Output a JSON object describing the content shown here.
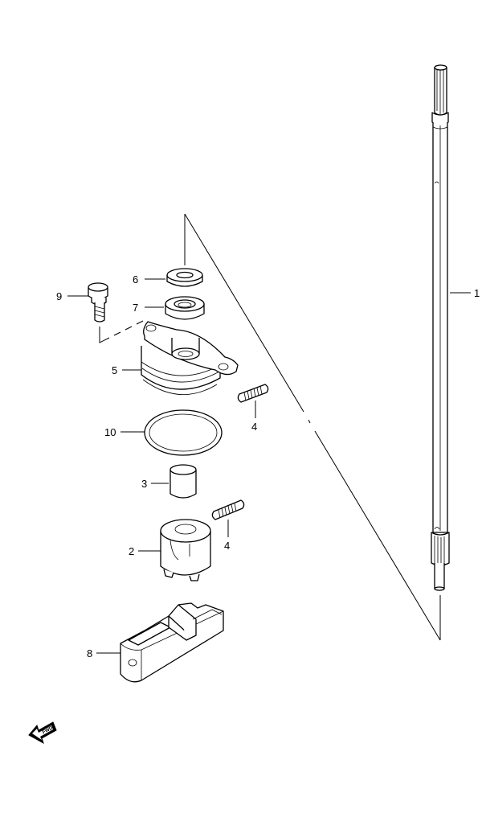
{
  "callouts": {
    "c1": "1",
    "c2": "2",
    "c3": "3",
    "c4a": "4",
    "c4b": "4",
    "c5": "5",
    "c6": "6",
    "c7": "7",
    "c8": "8",
    "c9": "9",
    "c10": "10"
  },
  "fwd_label": "FWD"
}
